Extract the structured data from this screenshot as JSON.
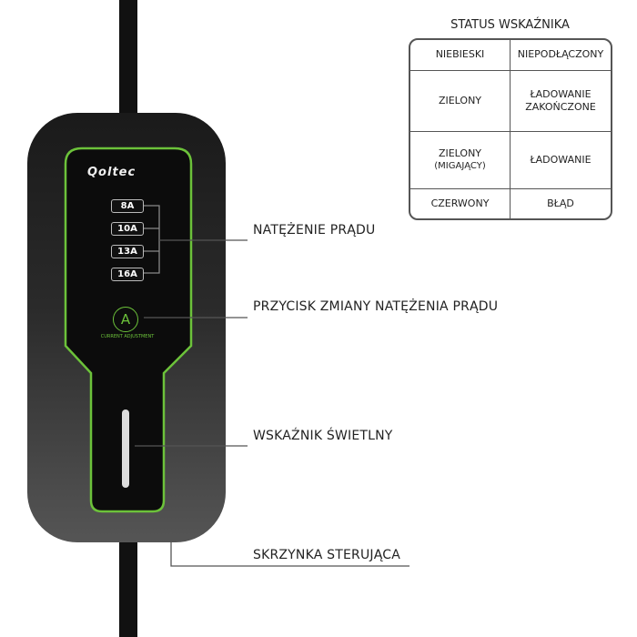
{
  "device": {
    "brand": "Qoltec",
    "current_options": [
      "8A",
      "10A",
      "13A",
      "16A"
    ],
    "button_letter": "A",
    "button_caption": "CURRENT ADJUSTMENT"
  },
  "callouts": {
    "current": "NATĘŻENIE PRĄDU",
    "button": "PRZYCISK ZMIANY NATĘŻENIA PRĄDU",
    "indicator": "WSKAŹNIK ŚWIETLNY",
    "box": "SKRZYNKA STERUJĄCA"
  },
  "status": {
    "title": "STATUS WSKAŹNIKA",
    "rows": [
      {
        "color": "NIEBIESKI",
        "color_sub": "",
        "meaning": "NIEPODŁĄCZONY",
        "meaning_sub": ""
      },
      {
        "color": "ZIELONY",
        "color_sub": "",
        "meaning": "ŁADOWANIE",
        "meaning_sub": "ZAKOŃCZONE"
      },
      {
        "color": "ZIELONY",
        "color_sub": "(MIGAJĄCY)",
        "meaning": "ŁADOWANIE",
        "meaning_sub": ""
      },
      {
        "color": "CZERWONY",
        "color_sub": "",
        "meaning": "BŁĄD",
        "meaning_sub": ""
      }
    ]
  },
  "colors": {
    "accent_green": "#6cc23a",
    "body": "#1c1c1c",
    "lower": "#4a4a4a"
  }
}
